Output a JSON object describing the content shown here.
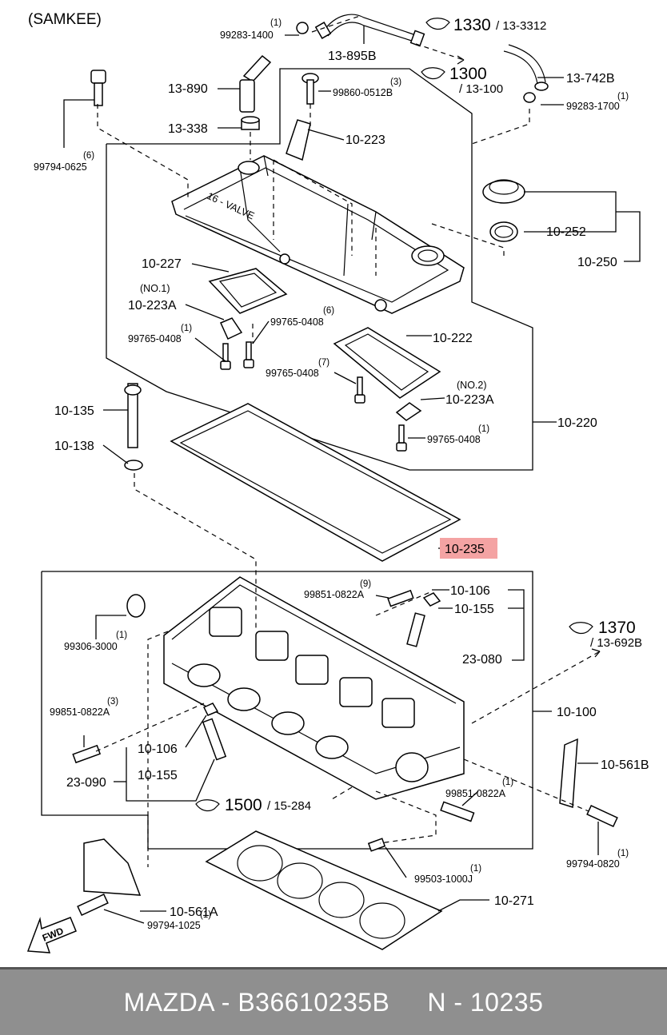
{
  "header": {
    "maker_note": "(SAMKEE)"
  },
  "labels": [
    {
      "id": "l1",
      "text": "13-895B"
    },
    {
      "id": "l2",
      "text": "99283-1400"
    },
    {
      "id": "l3",
      "text": "(1)"
    },
    {
      "id": "l4",
      "text": "13-890"
    },
    {
      "id": "l5",
      "text": "13-338"
    },
    {
      "id": "l6",
      "text": "99794-0625"
    },
    {
      "id": "l7",
      "text": "(6)"
    },
    {
      "id": "l8",
      "text": "99860-0512B"
    },
    {
      "id": "l9",
      "text": "(3)"
    },
    {
      "id": "l10",
      "text": "10-223"
    },
    {
      "id": "l11",
      "text": "13-742B"
    },
    {
      "id": "l12",
      "text": "99283-1700"
    },
    {
      "id": "l13",
      "text": "(1)"
    },
    {
      "id": "l14",
      "text": "10-252"
    },
    {
      "id": "l15",
      "text": "10-250"
    },
    {
      "id": "l16",
      "text": "10-227"
    },
    {
      "id": "l17",
      "text": "(NO.1)"
    },
    {
      "id": "l18",
      "text": "10-223A"
    },
    {
      "id": "l19",
      "text": "99765-0408"
    },
    {
      "id": "l20",
      "text": "(6)"
    },
    {
      "id": "l21",
      "text": "99765-0408"
    },
    {
      "id": "l22",
      "text": "(1)"
    },
    {
      "id": "l23",
      "text": "10-222"
    },
    {
      "id": "l24",
      "text": "99765-0408"
    },
    {
      "id": "l25",
      "text": "(7)"
    },
    {
      "id": "l26",
      "text": "(NO.2)"
    },
    {
      "id": "l27",
      "text": "10-223A"
    },
    {
      "id": "l28",
      "text": "99765-0408"
    },
    {
      "id": "l29",
      "text": "(1)"
    },
    {
      "id": "l30",
      "text": "10-220"
    },
    {
      "id": "l31",
      "text": "10-135"
    },
    {
      "id": "l32",
      "text": "10-138"
    },
    {
      "id": "l33",
      "text": "10-235"
    },
    {
      "id": "l34",
      "text": "99851-0822A"
    },
    {
      "id": "l35",
      "text": "(9)"
    },
    {
      "id": "l36",
      "text": "10-106"
    },
    {
      "id": "l37",
      "text": "10-155"
    },
    {
      "id": "l38",
      "text": "23-080"
    },
    {
      "id": "l39",
      "text": "99306-3000"
    },
    {
      "id": "l40",
      "text": "(1)"
    },
    {
      "id": "l41",
      "text": "99851-0822A"
    },
    {
      "id": "l42",
      "text": "(3)"
    },
    {
      "id": "l43",
      "text": "10-106"
    },
    {
      "id": "l44",
      "text": "23-090"
    },
    {
      "id": "l45",
      "text": "10-155"
    },
    {
      "id": "l46",
      "text": "10-100"
    },
    {
      "id": "l47",
      "text": "10-561B"
    },
    {
      "id": "l48",
      "text": "99851-0822A"
    },
    {
      "id": "l49",
      "text": "(1)"
    },
    {
      "id": "l50",
      "text": "99794-0820"
    },
    {
      "id": "l51",
      "text": "(1)"
    },
    {
      "id": "l52",
      "text": "99503-1000J"
    },
    {
      "id": "l53",
      "text": "(1)"
    },
    {
      "id": "l54",
      "text": "10-561A"
    },
    {
      "id": "l55",
      "text": "99794-1025"
    },
    {
      "id": "l56",
      "text": "(1)"
    },
    {
      "id": "l57",
      "text": "10-271"
    },
    {
      "id": "l58",
      "text": "FWD"
    }
  ],
  "refs": [
    {
      "id": "r1",
      "main": "1330",
      "sub": "/ 13-3312"
    },
    {
      "id": "r2",
      "main": "1300",
      "sub": "/ 13-100"
    },
    {
      "id": "r3",
      "main": "1370",
      "sub": "/ 13-692B"
    },
    {
      "id": "r4",
      "main": "1500",
      "sub": "/ 15-284"
    }
  ],
  "highlight": {
    "part": "10-235",
    "color": "#f4a3a3"
  },
  "footer": {
    "text": "MAZDA - B36610235B     N - 10235",
    "background": "#8f8f8f",
    "text_color": "#ffffff"
  }
}
